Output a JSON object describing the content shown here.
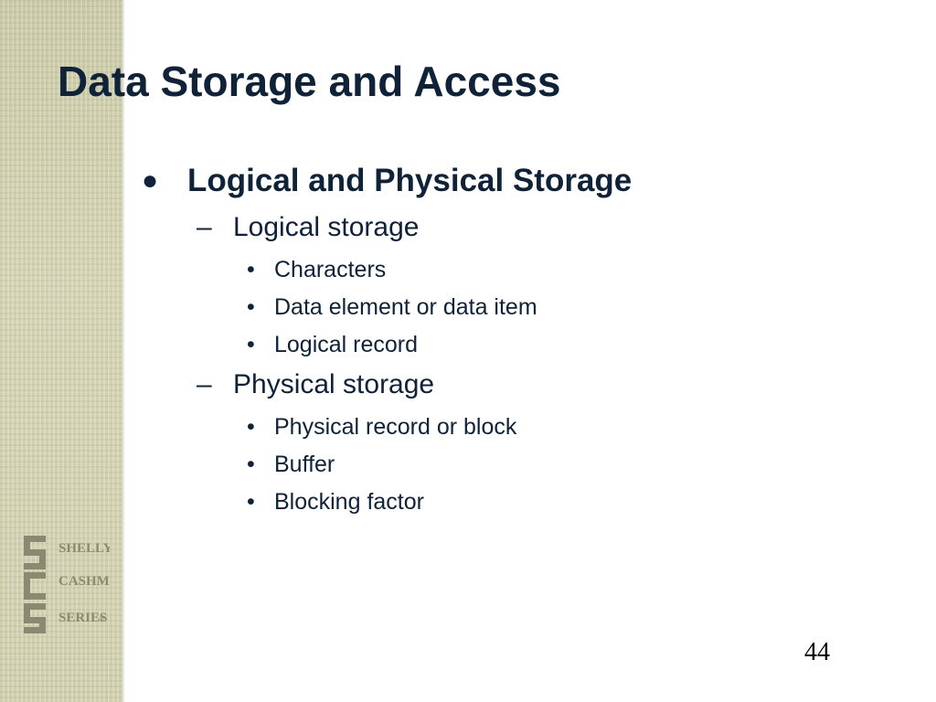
{
  "slide": {
    "title": "Data Storage and Access",
    "bullets": [
      {
        "marker": "●",
        "text": "Logical and Physical Storage",
        "children": [
          {
            "marker": "–",
            "text": "Logical storage",
            "children": [
              {
                "marker": "•",
                "text": "Characters"
              },
              {
                "marker": "•",
                "text": "Data element or data item"
              },
              {
                "marker": "•",
                "text": "Logical record"
              }
            ]
          },
          {
            "marker": "–",
            "text": "Physical storage",
            "children": [
              {
                "marker": "•",
                "text": "Physical record or block"
              },
              {
                "marker": "•",
                "text": "Buffer"
              },
              {
                "marker": "•",
                "text": "Blocking factor"
              }
            ]
          }
        ]
      }
    ],
    "page_number": "44"
  },
  "logo": {
    "lines": [
      "SHELLY",
      "CASHMAN",
      "SERIES"
    ],
    "mark": "®"
  },
  "colors": {
    "title": "#0f2238",
    "strip": "#ccccaa",
    "logo": "#8a8a72"
  }
}
